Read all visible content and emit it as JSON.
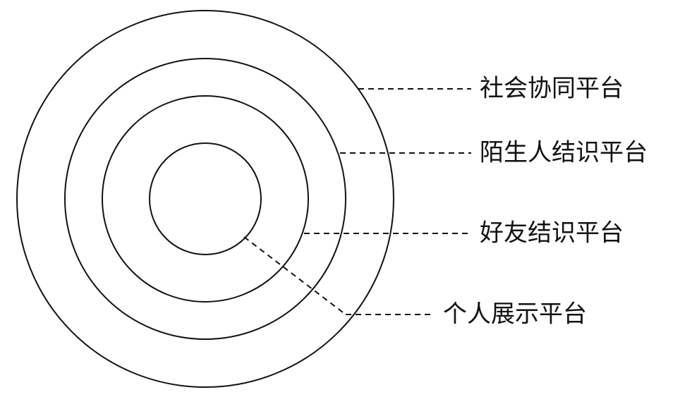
{
  "diagram": {
    "layers": [
      {
        "label": "社会协同平台"
      },
      {
        "label": "陌生人结识平台"
      },
      {
        "label": "好友结识平台"
      },
      {
        "label": "个人展示平台"
      }
    ],
    "colors": {
      "stroke": "#111111",
      "background": "#ffffff"
    }
  }
}
